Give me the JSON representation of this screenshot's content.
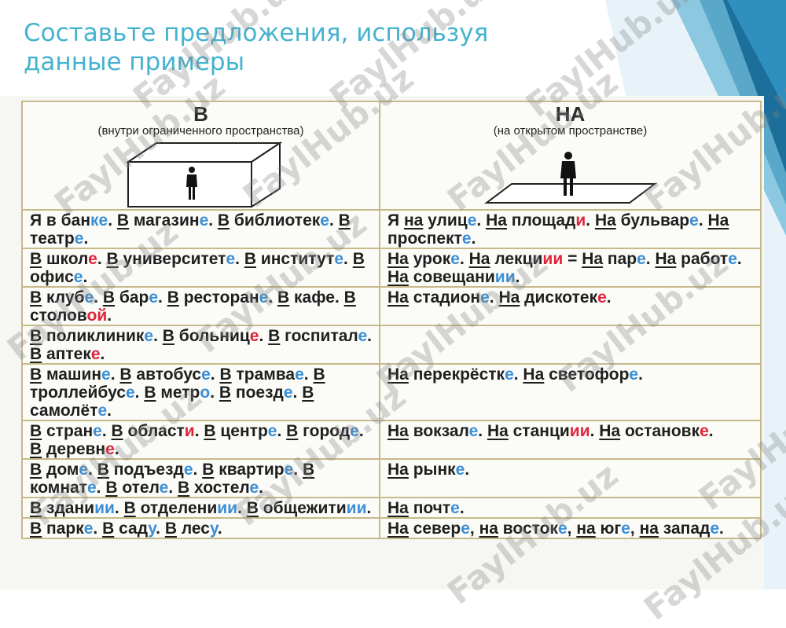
{
  "title": "Составьте предложения, используя данные примеры",
  "watermark": "FaylHub.uz",
  "headers": {
    "v": {
      "prep": "В",
      "desc": "(внутри ограниченного пространства)"
    },
    "na": {
      "prep": "НА",
      "desc": "(на открытом пространстве)"
    }
  },
  "rows": [
    {
      "v": [
        [
          {
            "t": "Я в бан"
          },
          {
            "t": "ке",
            "c": "e"
          },
          {
            "t": ". "
          },
          {
            "t": "В",
            "u": 1
          },
          {
            "t": " магазин"
          },
          {
            "t": "е",
            "c": "e"
          },
          {
            "t": ". "
          },
          {
            "t": "В",
            "u": 1
          },
          {
            "t": " библиотек"
          },
          {
            "t": "е",
            "c": "e"
          },
          {
            "t": ". "
          },
          {
            "t": "В",
            "u": 1
          },
          {
            "t": " театр"
          },
          {
            "t": "е",
            "c": "e"
          },
          {
            "t": "."
          }
        ]
      ],
      "na": [
        [
          {
            "t": "Я "
          },
          {
            "t": "на",
            "u": 1
          },
          {
            "t": " улиц"
          },
          {
            "t": "е",
            "c": "e"
          },
          {
            "t": ". "
          },
          {
            "t": "На",
            "u": 1
          },
          {
            "t": " площад"
          },
          {
            "t": "и",
            "c": "r"
          },
          {
            "t": ". "
          },
          {
            "t": "На",
            "u": 1
          },
          {
            "t": " бульвар"
          },
          {
            "t": "е",
            "c": "e"
          },
          {
            "t": ". "
          },
          {
            "t": "На",
            "u": 1
          },
          {
            "t": " проспект"
          },
          {
            "t": "е",
            "c": "e"
          },
          {
            "t": "."
          }
        ]
      ]
    },
    {
      "v": [
        [
          {
            "t": "В",
            "u": 1
          },
          {
            "t": " школ"
          },
          {
            "t": "е",
            "c": "r"
          },
          {
            "t": ". "
          },
          {
            "t": "В",
            "u": 1
          },
          {
            "t": " университет"
          },
          {
            "t": "е",
            "c": "e"
          },
          {
            "t": ". "
          },
          {
            "t": "В",
            "u": 1
          },
          {
            "t": " институт"
          },
          {
            "t": "е",
            "c": "e"
          },
          {
            "t": ". "
          },
          {
            "t": "В",
            "u": 1
          },
          {
            "t": " офис"
          },
          {
            "t": "е",
            "c": "e"
          },
          {
            "t": "."
          }
        ]
      ],
      "na": [
        [
          {
            "t": "На",
            "u": 1
          },
          {
            "t": " урок"
          },
          {
            "t": "е",
            "c": "e"
          },
          {
            "t": ". "
          },
          {
            "t": "На",
            "u": 1
          },
          {
            "t": " лекци"
          },
          {
            "t": "и",
            "c": "r"
          },
          {
            "t": "и",
            "c": "r"
          },
          {
            "t": " = "
          },
          {
            "t": "На",
            "u": 1
          },
          {
            "t": " пар"
          },
          {
            "t": "е",
            "c": "e"
          },
          {
            "t": ". "
          },
          {
            "t": "На",
            "u": 1
          },
          {
            "t": " работ"
          },
          {
            "t": "е",
            "c": "e"
          },
          {
            "t": ". "
          },
          {
            "t": "На",
            "u": 1
          },
          {
            "t": " совещани"
          },
          {
            "t": "и",
            "c": "e"
          },
          {
            "t": "и",
            "c": "e"
          },
          {
            "t": "."
          }
        ]
      ]
    },
    {
      "v": [
        [
          {
            "t": "В",
            "u": 1
          },
          {
            "t": " клуб"
          },
          {
            "t": "е",
            "c": "e"
          },
          {
            "t": ". "
          },
          {
            "t": "В",
            "u": 1
          },
          {
            "t": " бар"
          },
          {
            "t": "е",
            "c": "e"
          },
          {
            "t": ". "
          },
          {
            "t": "В",
            "u": 1
          },
          {
            "t": " ресторан"
          },
          {
            "t": "е",
            "c": "e"
          },
          {
            "t": ". "
          },
          {
            "t": "В",
            "u": 1
          },
          {
            "t": " кафе. "
          },
          {
            "t": "В",
            "u": 1
          },
          {
            "t": " столов"
          },
          {
            "t": "ой",
            "c": "r"
          },
          {
            "t": "."
          }
        ]
      ],
      "na": [
        [
          {
            "t": "На",
            "u": 1
          },
          {
            "t": " стадион"
          },
          {
            "t": "е",
            "c": "e"
          },
          {
            "t": ". "
          },
          {
            "t": "На",
            "u": 1
          },
          {
            "t": " дискотек"
          },
          {
            "t": "е",
            "c": "r"
          },
          {
            "t": "."
          }
        ]
      ]
    },
    {
      "v": [
        [
          {
            "t": "В",
            "u": 1
          },
          {
            "t": " поликлиник"
          },
          {
            "t": "е",
            "c": "e"
          },
          {
            "t": ". "
          },
          {
            "t": "В",
            "u": 1
          },
          {
            "t": " больниц"
          },
          {
            "t": "е",
            "c": "r"
          },
          {
            "t": ". "
          },
          {
            "t": "В",
            "u": 1
          },
          {
            "t": " госпитал"
          },
          {
            "t": "е",
            "c": "e"
          },
          {
            "t": ". "
          },
          {
            "t": "В",
            "u": 1
          },
          {
            "t": " аптек"
          },
          {
            "t": "е",
            "c": "r"
          },
          {
            "t": "."
          }
        ]
      ],
      "na": [
        []
      ]
    },
    {
      "v": [
        [
          {
            "t": "В",
            "u": 1
          },
          {
            "t": " машин"
          },
          {
            "t": "е",
            "c": "e"
          },
          {
            "t": ". "
          },
          {
            "t": "В",
            "u": 1
          },
          {
            "t": " автобус"
          },
          {
            "t": "е",
            "c": "e"
          },
          {
            "t": ". "
          },
          {
            "t": "В",
            "u": 1
          },
          {
            "t": " трамва"
          },
          {
            "t": "е",
            "c": "e"
          },
          {
            "t": ". "
          },
          {
            "t": "В",
            "u": 1
          },
          {
            "t": " троллейбус"
          },
          {
            "t": "е",
            "c": "e"
          },
          {
            "t": ". "
          },
          {
            "t": "В",
            "u": 1
          },
          {
            "t": " метр"
          },
          {
            "t": "о",
            "c": "e"
          },
          {
            "t": ". "
          },
          {
            "t": "В",
            "u": 1
          },
          {
            "t": " поезд"
          },
          {
            "t": "е",
            "c": "e"
          },
          {
            "t": ". "
          },
          {
            "t": "В",
            "u": 1
          },
          {
            "t": " самолёт"
          },
          {
            "t": "е",
            "c": "e"
          },
          {
            "t": "."
          }
        ]
      ],
      "na": [
        [
          {
            "t": "На",
            "u": 1
          },
          {
            "t": " перекрёстк"
          },
          {
            "t": "е",
            "c": "e"
          },
          {
            "t": ". "
          },
          {
            "t": "На",
            "u": 1
          },
          {
            "t": " светофор"
          },
          {
            "t": "е",
            "c": "e"
          },
          {
            "t": "."
          }
        ]
      ]
    },
    {
      "v": [
        [
          {
            "t": "В",
            "u": 1
          },
          {
            "t": " стран"
          },
          {
            "t": "е",
            "c": "e"
          },
          {
            "t": ".  "
          },
          {
            "t": "В",
            "u": 1
          },
          {
            "t": " област"
          },
          {
            "t": "и",
            "c": "r"
          },
          {
            "t": ". "
          },
          {
            "t": "В",
            "u": 1
          },
          {
            "t": " центр"
          },
          {
            "t": "е",
            "c": "e"
          },
          {
            "t": ". "
          },
          {
            "t": "В",
            "u": 1
          },
          {
            "t": " город"
          },
          {
            "t": "е",
            "c": "e"
          },
          {
            "t": ". "
          },
          {
            "t": "В",
            "u": 1
          },
          {
            "t": " деревн"
          },
          {
            "t": "е",
            "c": "r"
          },
          {
            "t": "."
          }
        ]
      ],
      "na": [
        [
          {
            "t": "На",
            "u": 1
          },
          {
            "t": " вокзал"
          },
          {
            "t": "е",
            "c": "e"
          },
          {
            "t": ". "
          },
          {
            "t": "На",
            "u": 1
          },
          {
            "t": " станци"
          },
          {
            "t": "ии",
            "c": "r"
          },
          {
            "t": ". "
          },
          {
            "t": "На",
            "u": 1
          },
          {
            "t": " остановк"
          },
          {
            "t": "е",
            "c": "r"
          },
          {
            "t": "."
          }
        ]
      ]
    },
    {
      "v": [
        [
          {
            "t": "В",
            "u": 1
          },
          {
            "t": " дом"
          },
          {
            "t": "е",
            "c": "e"
          },
          {
            "t": ". "
          },
          {
            "t": "В",
            "u": 1
          },
          {
            "t": " подъезд"
          },
          {
            "t": "е",
            "c": "e"
          },
          {
            "t": ". "
          },
          {
            "t": "В",
            "u": 1
          },
          {
            "t": " квартир"
          },
          {
            "t": "е",
            "c": "e"
          },
          {
            "t": ". "
          },
          {
            "t": "В",
            "u": 1
          },
          {
            "t": " комнат"
          },
          {
            "t": "е",
            "c": "e"
          },
          {
            "t": ". "
          },
          {
            "t": "В",
            "u": 1
          },
          {
            "t": " отел"
          },
          {
            "t": "е",
            "c": "e"
          },
          {
            "t": ". "
          },
          {
            "t": "В",
            "u": 1
          },
          {
            "t": " хостел"
          },
          {
            "t": "е",
            "c": "e"
          },
          {
            "t": "."
          }
        ]
      ],
      "na": [
        [
          {
            "t": "На",
            "u": 1
          },
          {
            "t": " рынк"
          },
          {
            "t": "е",
            "c": "e"
          },
          {
            "t": "."
          }
        ]
      ]
    },
    {
      "v": [
        [
          {
            "t": "В",
            "u": 1
          },
          {
            "t": " здани"
          },
          {
            "t": "ии",
            "c": "e"
          },
          {
            "t": ". "
          },
          {
            "t": "В",
            "u": 1
          },
          {
            "t": " отделени"
          },
          {
            "t": "ии",
            "c": "e"
          },
          {
            "t": ". "
          },
          {
            "t": "В",
            "u": 1
          },
          {
            "t": " общежити"
          },
          {
            "t": "ии",
            "c": "e"
          },
          {
            "t": "."
          }
        ]
      ],
      "na": [
        [
          {
            "t": "На",
            "u": 1
          },
          {
            "t": " почт"
          },
          {
            "t": "е",
            "c": "e"
          },
          {
            "t": "."
          }
        ]
      ]
    },
    {
      "v": [
        [
          {
            "t": "В",
            "u": 1
          },
          {
            "t": " парк"
          },
          {
            "t": "е",
            "c": "e"
          },
          {
            "t": ". "
          },
          {
            "t": "В",
            "u": 1
          },
          {
            "t": " сад"
          },
          {
            "t": "у",
            "c": "e"
          },
          {
            "t": ". "
          },
          {
            "t": "В",
            "u": 1
          },
          {
            "t": " лес"
          },
          {
            "t": "у",
            "c": "e"
          },
          {
            "t": "."
          }
        ]
      ],
      "na": [
        [
          {
            "t": "На",
            "u": 1
          },
          {
            "t": " север"
          },
          {
            "t": "е",
            "c": "e"
          },
          {
            "t": ", "
          },
          {
            "t": "на",
            "u": 1
          },
          {
            "t": " восток"
          },
          {
            "t": "е",
            "c": "e"
          },
          {
            "t": ", "
          },
          {
            "t": "на",
            "u": 1
          },
          {
            "t": " юг"
          },
          {
            "t": "е",
            "c": "e"
          },
          {
            "t": ", "
          },
          {
            "t": "на",
            "u": 1
          },
          {
            "t": " запад"
          },
          {
            "t": "е",
            "c": "e"
          },
          {
            "t": "."
          }
        ]
      ]
    }
  ]
}
